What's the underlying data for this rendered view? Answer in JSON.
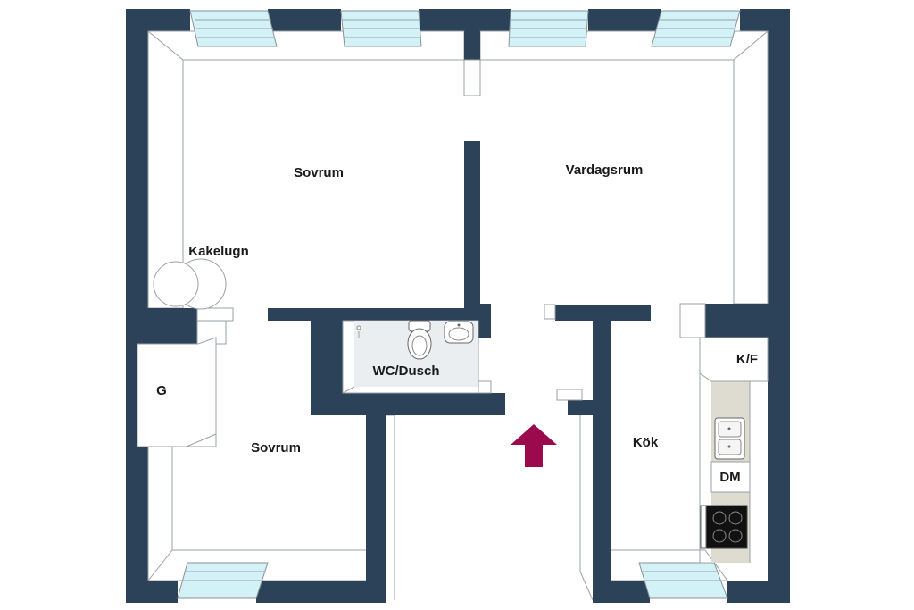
{
  "colors": {
    "wall": "#2c4258",
    "window": "#d3f2f7",
    "counter": "#dedcd0",
    "bathroom_floor": "#eaeef0",
    "entrance_arrow": "#9c0a4e"
  },
  "rooms": {
    "bedroom_top": "Sovrum",
    "living_room": "Vardagsrum",
    "tiled_stove": "Kakelugn",
    "wardrobe": "G",
    "bathroom": "WC/Dusch",
    "bedroom_bottom": "Sovrum",
    "kitchen": "Kök",
    "fridge_freezer": "K/F",
    "dishwasher": "DM"
  },
  "icons": {
    "entrance": "arrow-up-icon",
    "toilet": "toilet-icon",
    "basin": "sink-icon",
    "kitchen_sink": "double-sink-icon",
    "stove": "stove-icon"
  }
}
